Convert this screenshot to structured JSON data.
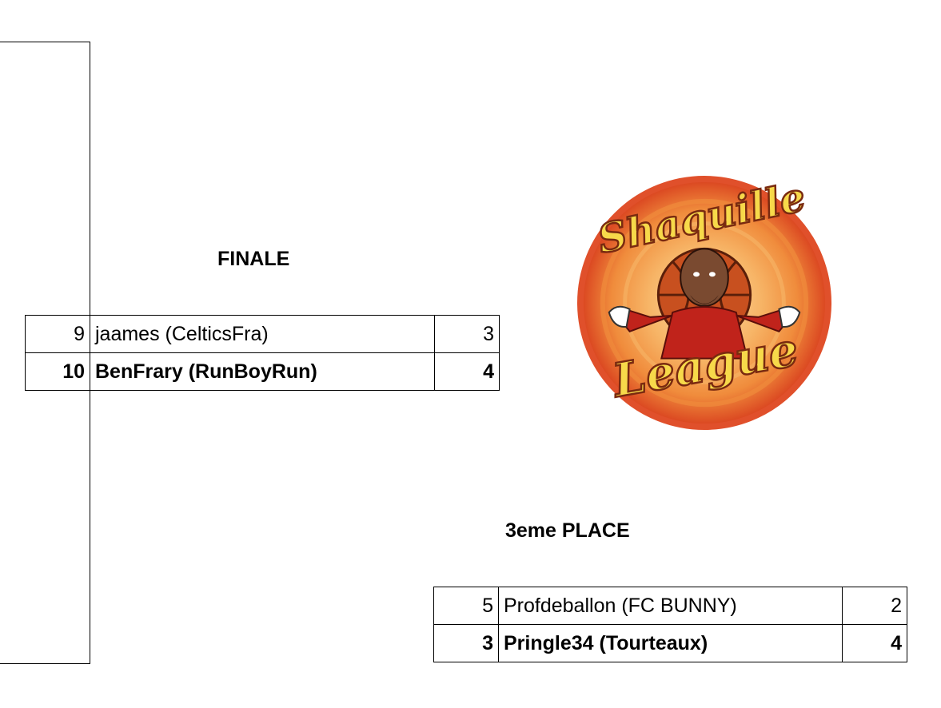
{
  "finale": {
    "title": "FINALE",
    "rows": [
      {
        "seed": "9",
        "player": "jaames (CelticsFra)",
        "score": "3",
        "winner": false
      },
      {
        "seed": "10",
        "player": "BenFrary (RunBoyRun)",
        "score": "4",
        "winner": true
      }
    ]
  },
  "third_place": {
    "title": "3eme PLACE",
    "rows": [
      {
        "seed": "5",
        "player": "Profdeballon (FC BUNNY)",
        "score": "2",
        "winner": false
      },
      {
        "seed": "3",
        "player": "Pringle34 (Tourteaux)",
        "score": "4",
        "winner": true
      }
    ]
  },
  "logo": {
    "text_top": "Shaquille",
    "text_bottom": "League",
    "colors": {
      "ring_outer": "#e0502b",
      "ring_mid": "#f08c3c",
      "ring_inner": "#f7b567",
      "lettering": "#f7d94a",
      "outline": "#7a2a10"
    }
  }
}
